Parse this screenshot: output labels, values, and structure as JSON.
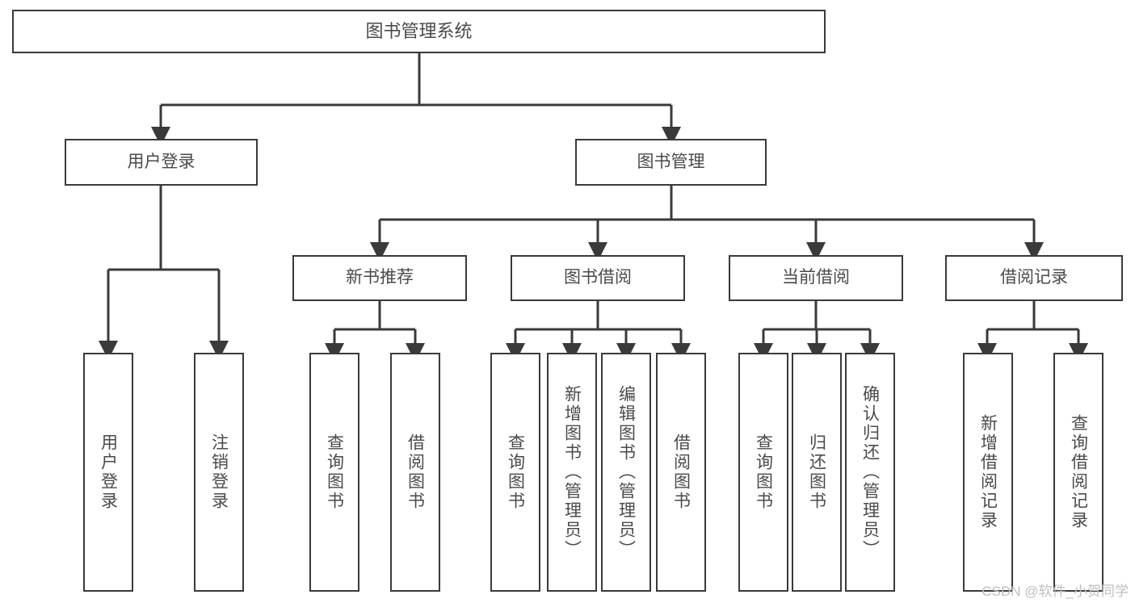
{
  "diagram": {
    "title": "图书管理系统",
    "type": "tree-hierarchy-chart",
    "stroke_color": "#3a3a3a",
    "text_color": "#4a4a4a",
    "background_color": "#ffffff",
    "root": {
      "label": "图书管理系统"
    },
    "level2": [
      {
        "label": "用户登录"
      },
      {
        "label": "图书管理"
      }
    ],
    "level3": [
      {
        "label": "新书推荐"
      },
      {
        "label": "图书借阅"
      },
      {
        "label": "当前借阅"
      },
      {
        "label": "借阅记录"
      }
    ],
    "leaves": {
      "user_login": [
        {
          "label": "用户登录"
        },
        {
          "label": "注销登录"
        }
      ],
      "new_book_recommend": [
        {
          "label": "查询图书"
        },
        {
          "label": "借阅图书"
        }
      ],
      "book_borrow": [
        {
          "label": "查询图书"
        },
        {
          "label": "新增图书（管理员）"
        },
        {
          "label": "编辑图书（管理员）"
        },
        {
          "label": "借阅图书"
        }
      ],
      "current_borrow": [
        {
          "label": "查询图书"
        },
        {
          "label": "归还图书"
        },
        {
          "label": "确认归还（管理员）"
        }
      ],
      "borrow_record": [
        {
          "label": "新增借阅记录"
        },
        {
          "label": "查询借阅记录"
        }
      ]
    }
  },
  "watermark": {
    "text": "CSDN @软件_小贺同学"
  }
}
